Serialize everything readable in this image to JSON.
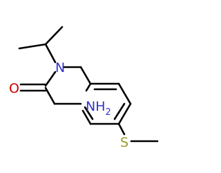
{
  "molecule": {
    "atom_labels": {
      "nitrogen": "N",
      "oxygen": "O",
      "amine_n": "N",
      "amine_h": "H",
      "amine_subscript": "2",
      "sulfur": "S"
    },
    "colors": {
      "bond": "#000000",
      "nitrogen": "#3333cc",
      "oxygen": "#cc0000",
      "sulfur": "#999933"
    }
  }
}
